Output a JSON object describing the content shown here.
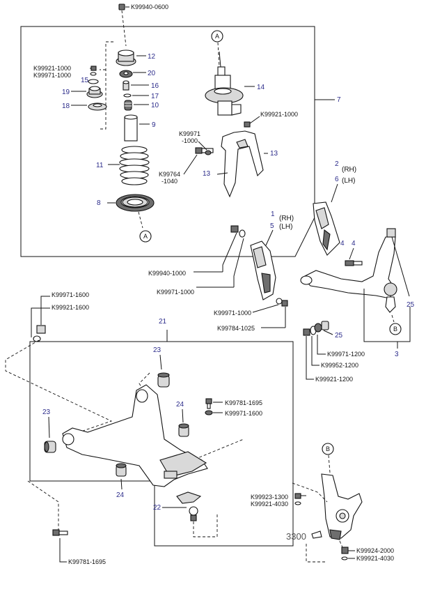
{
  "refs": {
    "a": "A",
    "b": "B"
  },
  "labels": {
    "k99940_0600": "K99940-0600",
    "k99921_1000_top": "K99921-1000",
    "k99971_1000_top": "K99971-1000",
    "k99921_1000_mid": "K99921-1000",
    "k99971_1000_line1": "K99971",
    "k99971_1000_line2": "-1000",
    "k99764_1040_line1": "K99764",
    "k99764_1040_line2": "-1040",
    "k99940_1000": "K99940-1000",
    "k99971_1000_arm": "K99971-1000",
    "k99971_1000_bolt": "K99971-1000",
    "k99784_1025": "K99784-1025",
    "k99971_1200": "K99971-1200",
    "k99952_1200": "K99952-1200",
    "k99921_1200": "K99921-1200",
    "k99971_1600_left": "K99971-1600",
    "k99921_1600_left": "K99921-1600",
    "k99781_1695_mid": "K99781-1695",
    "k99971_1600_mid": "K99971-1600",
    "k99781_1695_bottom": "K99781-1695",
    "k99923_1300": "K99923-1300",
    "k99921_4030_knuckle": "K99921-4030",
    "k99924_2000": "K99924-2000",
    "k99921_4030_bottom": "K99921-4030",
    "rh_upper": "(RH)",
    "lh_upper": "(LH)",
    "rh_lower": "(RH)",
    "lh_lower": "(LH)",
    "code_3300": "3300"
  },
  "numbers": {
    "n12": "12",
    "n20": "20",
    "n15": "15",
    "n19": "19",
    "n16": "16",
    "n17": "17",
    "n18": "18",
    "n10": "10",
    "n9": "9",
    "n11": "11",
    "n8": "8",
    "n14": "14",
    "n7": "7",
    "n13a": "13",
    "n13b": "13",
    "n2": "2",
    "n6": "6",
    "n1": "1",
    "n5": "5",
    "n4a": "4",
    "n4b": "4",
    "n25a": "25",
    "n25b": "25",
    "n3": "3",
    "n21": "21",
    "n23a": "23",
    "n23b": "23",
    "n24a": "24",
    "n24b": "24",
    "n22": "22"
  }
}
